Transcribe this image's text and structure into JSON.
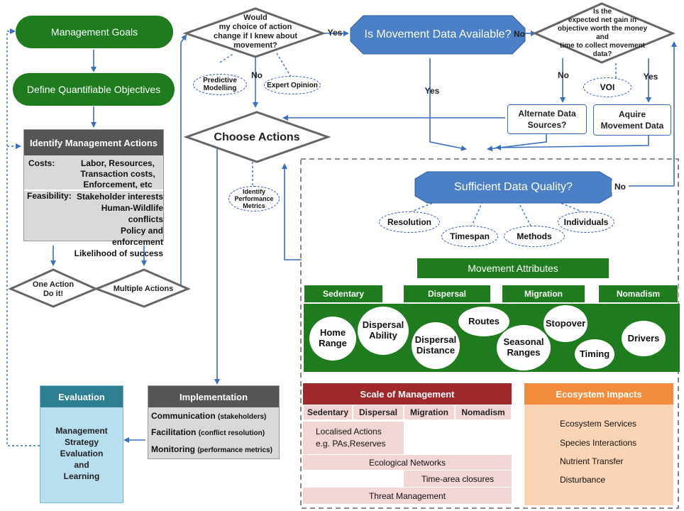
{
  "goals": {
    "label": "Management Goals"
  },
  "objectives": {
    "label": "Define Quantifiable Objectives"
  },
  "actions": {
    "title": "Identify Management Actions",
    "costs_label": "Costs:",
    "costs_text": [
      "Labor, Resources,",
      "Transaction costs,",
      "Enforcement, etc"
    ],
    "feasibility_label": "Feasibility:",
    "feasibility_text": [
      "Stakeholder interests",
      "Human-Wildlife conflicts",
      "Policy and enforcement",
      "Likelihood of success"
    ]
  },
  "one_action": {
    "line1": "One Action",
    "line2": "Do it!"
  },
  "multiple_actions": {
    "label": "Multiple Actions"
  },
  "choice_question": {
    "lines": [
      "Would",
      "my choice of action",
      "change if I knew about",
      "movement?"
    ]
  },
  "yes_label": "Yes",
  "no_label": "No",
  "predictive_modelling": {
    "line1": "Predictive",
    "line2": "Modelling"
  },
  "expert_opinion": {
    "label": "Expert Opinion"
  },
  "movement_available": {
    "label": "Is Movement Data Available?"
  },
  "net_gain_question": {
    "lines": [
      "Is the",
      "expected net gain in",
      "objective worth the money and",
      "time to collect movement",
      "data?"
    ]
  },
  "voi": {
    "label": "VOI"
  },
  "alternate_sources": {
    "line1": "Alternate Data",
    "line2": "Sources?"
  },
  "acquire_data": {
    "line1": "Aquire",
    "line2": "Movement Data"
  },
  "choose_actions": {
    "label": "Choose Actions"
  },
  "performance_metrics": {
    "lines": [
      "Identify",
      "Performance",
      "Metrics"
    ]
  },
  "data_quality": {
    "label": "Sufficient Data Quality?"
  },
  "quality_items": [
    "Resolution",
    "Timespan",
    "Methods",
    "Individuals"
  ],
  "movement_attributes": {
    "title": "Movement Attributes",
    "tabs": [
      "Sedentary",
      "Dispersal",
      "Migration",
      "Nomadism"
    ]
  },
  "attributes": [
    {
      "l1": "Home",
      "l2": "Range"
    },
    {
      "l1": "Dispersal",
      "l2": "Ability"
    },
    {
      "l1": "Dispersal",
      "l2": "Distance"
    },
    {
      "l1": "Routes",
      "l2": ""
    },
    {
      "l1": "Seasonal",
      "l2": "Ranges"
    },
    {
      "l1": "Stopover",
      "l2": ""
    },
    {
      "l1": "Timing",
      "l2": ""
    },
    {
      "l1": "Drivers",
      "l2": ""
    }
  ],
  "scale": {
    "title": "Scale of Management",
    "headers": [
      "Sedentary",
      "Dispersal",
      "Migration",
      "Nomadism"
    ],
    "localised_l1": "Localised Actions",
    "localised_l2": "e.g. PAs,Reserves",
    "ecological_networks": "Ecological Networks",
    "time_area": "Time-area closures",
    "threat": "Threat Management"
  },
  "ecosystem": {
    "title": "Ecosystem Impacts",
    "items": [
      "Ecosystem Services",
      "Species Interactions",
      "Nutrient Transfer",
      "Disturbance"
    ]
  },
  "implementation": {
    "title": "Implementation",
    "rows": [
      {
        "main": "Communication",
        "sub": "(stakeholders)"
      },
      {
        "main": "Facilitation",
        "sub": "(conflict resolution)"
      },
      {
        "main": "Monitoring",
        "sub": "(performance metrics)"
      }
    ]
  },
  "evaluation": {
    "title": "Evaluation",
    "lines": [
      "Management",
      "Strategy",
      "Evaluation",
      "and",
      "Learning"
    ]
  },
  "colors": {
    "green": "#1e7b1e",
    "blue_node": "#4b7fc6",
    "arrow": "#3a6fbf",
    "gray_header": "#555555",
    "gray_fill": "#d9d9d9",
    "red_header": "#a0282a",
    "pink": "#f2d6d6",
    "orange": "#f28c3c",
    "peach": "#fad4b4",
    "teal": "#2f7f93",
    "light_blue": "#b8dff0"
  }
}
